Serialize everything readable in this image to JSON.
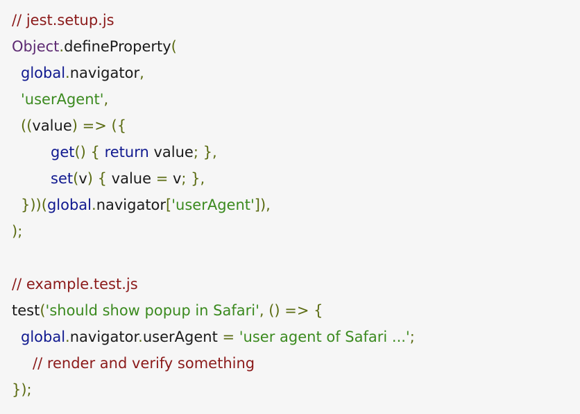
{
  "code": {
    "l1": {
      "comment": "// jest.setup.js"
    },
    "l2": {
      "object": "Object",
      "dot": ".",
      "method": "defineProperty",
      "paren": "("
    },
    "l3": {
      "global": "global",
      "dot": ".",
      "prop": "navigator",
      "comma": ","
    },
    "l4": {
      "string": "'userAgent'",
      "comma": ","
    },
    "l5": {
      "open": "((",
      "param": "value",
      "arrow": ") => ({"
    },
    "l6": {
      "get": "get",
      "sig": "() { ",
      "ret": "return",
      "rest_val": " value",
      "end": "; },"
    },
    "l7": {
      "set": "set",
      "open": "(",
      "param": "v",
      "close": ") { ",
      "value": "value",
      "eq": " = ",
      "v": "v",
      "end": "; },"
    },
    "l8": {
      "close": "}))(",
      "global": "global",
      "dot": ".",
      "prop": "navigator",
      "bopen": "[",
      "string": "'userAgent'",
      "bclose": "]),"
    },
    "l9": {
      "text": ");"
    },
    "l11": {
      "comment": "// example.test.js"
    },
    "l12": {
      "fn": "test",
      "open": "(",
      "string": "'should show popup in Safari'",
      "rest": ", () => {"
    },
    "l13": {
      "global": "global",
      "dot1": ".",
      "prop1": "navigator",
      "dot2": ".",
      "prop2": "userAgent",
      "eq": " = ",
      "string": "'user agent of Safari ...'",
      "end": ";"
    },
    "l14": {
      "comment": "// render and verify something"
    },
    "l15": {
      "text": "});"
    }
  }
}
